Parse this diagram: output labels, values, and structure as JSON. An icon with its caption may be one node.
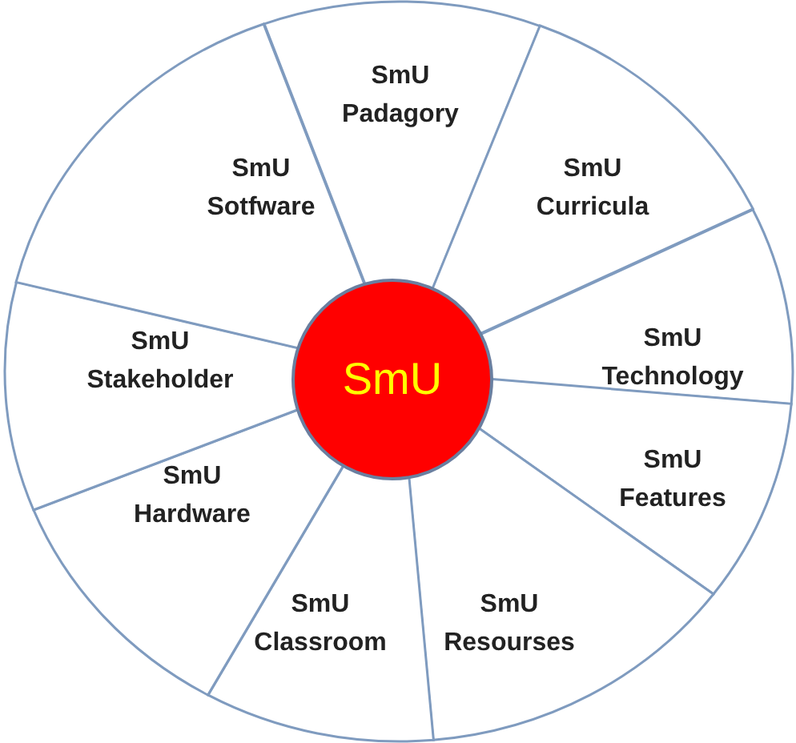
{
  "diagram": {
    "nodes": [
      {
        "text": [
          "SmU"
        ]
      },
      {
        "text": [
          "SmU Padagory"
        ]
      },
      {
        "text": [
          "SmU Curricula"
        ]
      },
      {
        "text": [
          "SmU Technology"
        ]
      },
      {
        "text": [
          "SmU Features"
        ]
      },
      {
        "text": [
          "SmU Resourses"
        ]
      },
      {
        "text": [
          "SmU Classroom"
        ]
      },
      {
        "text": [
          "SmU Hardware"
        ]
      },
      {
        "text": [
          "SmU Stakeholder"
        ]
      },
      {
        "text": [
          "SmU Sotfware"
        ]
      }
    ]
  }
}
